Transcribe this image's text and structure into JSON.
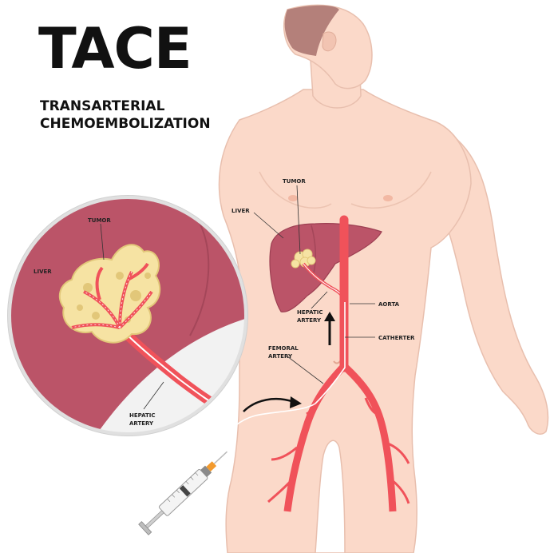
{
  "title": "TACE",
  "subtitle_line1": "TRANSARTERIAL",
  "subtitle_line2": "CHEMOEMBOLIZATION",
  "labels": {
    "tumor_body": "TUMOR",
    "liver_body": "LIVER",
    "hepatic_artery_body_1": "HEPATIC",
    "hepatic_artery_body_2": "ARTERY",
    "aorta": "AORTA",
    "catheter": "CATHERTER",
    "femoral_artery_1": "FEMORAL",
    "femoral_artery_2": "ARTERY",
    "tumor_zoom": "TUMOR",
    "liver_zoom": "LIVER",
    "hepatic_artery_zoom_1": "HEPATIC",
    "hepatic_artery_zoom_2": "ARTERY"
  },
  "colors": {
    "skin": "#fbd9c9",
    "skin_outline": "#e8bfae",
    "hair": "#b4807a",
    "liver": "#bb5468",
    "liver_dark": "#a44659",
    "artery": "#f0525a",
    "artery_light": "#ff8a8a",
    "tumor": "#f6e3a3",
    "tumor_dark": "#e2c779",
    "catheter": "#ffffff",
    "text": "#111111"
  }
}
